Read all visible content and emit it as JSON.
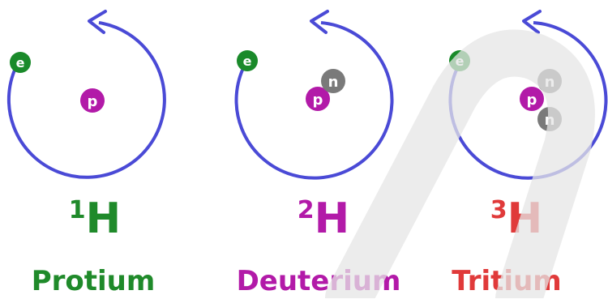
{
  "colors": {
    "orbit": "#4a4ad6",
    "electron": "#1a8a2a",
    "proton": "#b21aa8",
    "neutron": "#7a7a7a",
    "protium_text": "#1f8a2a",
    "deuterium_text": "#b21aa8",
    "tritium_text": "#e03a3a"
  },
  "isotopes": [
    {
      "mass_number": "1",
      "symbol": "H",
      "name": "Protium",
      "electron_label": "e",
      "proton_label": "p",
      "neutron_labels": []
    },
    {
      "mass_number": "2",
      "symbol": "H",
      "name": "Deuterium",
      "electron_label": "e",
      "proton_label": "p",
      "neutron_labels": [
        "n"
      ]
    },
    {
      "mass_number": "3",
      "symbol": "H",
      "name": "Tritium",
      "electron_label": "e",
      "proton_label": "p",
      "neutron_labels": [
        "n",
        "n"
      ]
    }
  ]
}
